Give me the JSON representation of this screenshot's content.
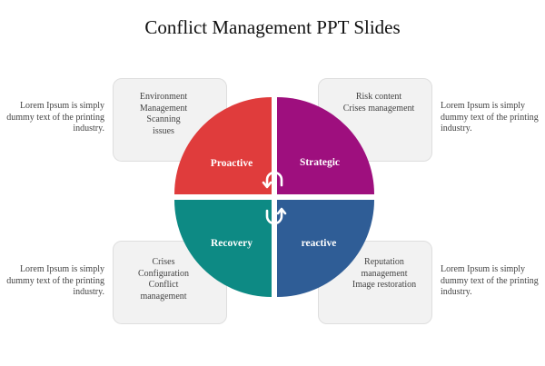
{
  "title": "Conflict Management PPT Slides",
  "colors": {
    "proactive": "#e03c3c",
    "strategic": "#9e0f7e",
    "recovery": "#0d8a84",
    "reactive": "#2f5d96"
  },
  "quadrants": {
    "proactive": "Proactive",
    "strategic": "Strategic",
    "recovery": "Recovery",
    "reactive": "reactive"
  },
  "boxes": {
    "top_left": [
      "Environment",
      "Management",
      "Scanning",
      "issues"
    ],
    "top_right": [
      "Risk content",
      "Crises management"
    ],
    "bottom_left": [
      "Crises",
      "Configuration",
      "Conflict",
      "management"
    ],
    "bottom_right": [
      "Reputation",
      "management",
      "Image restoration"
    ]
  },
  "side_texts": {
    "top_left": [
      "Lorem Ipsum is simply",
      "dummy text of the printing",
      "industry."
    ],
    "top_right": [
      "Lorem Ipsum is simply",
      "dummy text of the printing",
      "industry."
    ],
    "bottom_left": [
      "Lorem Ipsum is simply",
      "dummy text of the printing",
      "industry."
    ],
    "bottom_right": [
      "Lorem Ipsum is simply",
      "dummy text of the printing",
      "industry."
    ]
  },
  "icons": {
    "center_top": "cycle-arrow-up-icon",
    "center_bottom": "cycle-arrow-down-icon"
  }
}
